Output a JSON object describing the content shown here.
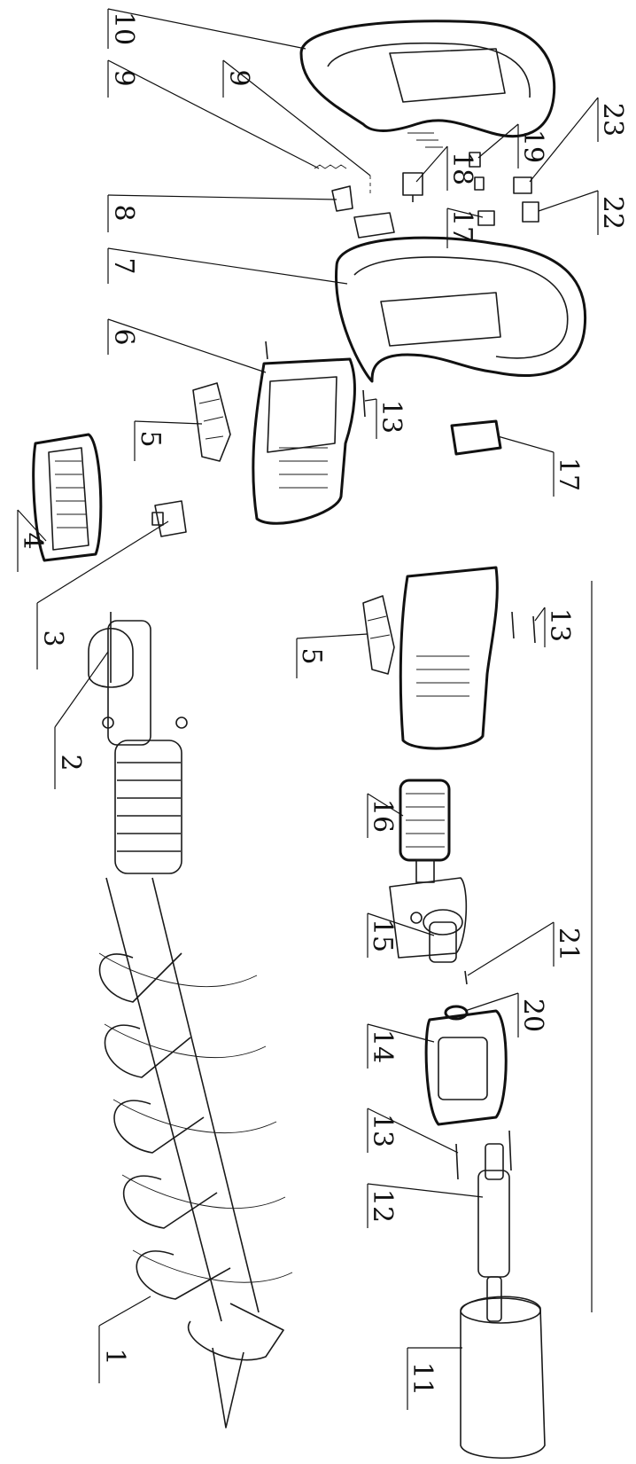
{
  "callouts": [
    {
      "id": "c1",
      "label": "1"
    },
    {
      "id": "c2",
      "label": "2"
    },
    {
      "id": "c3",
      "label": "3"
    },
    {
      "id": "c4",
      "label": "4"
    },
    {
      "id": "c5a",
      "label": "5"
    },
    {
      "id": "c5b",
      "label": "5"
    },
    {
      "id": "c6",
      "label": "6"
    },
    {
      "id": "c7",
      "label": "7"
    },
    {
      "id": "c8",
      "label": "8"
    },
    {
      "id": "c9a",
      "label": "9"
    },
    {
      "id": "c9b",
      "label": "9"
    },
    {
      "id": "c10",
      "label": "10"
    },
    {
      "id": "c11",
      "label": "11"
    },
    {
      "id": "c12",
      "label": "12"
    },
    {
      "id": "c13a",
      "label": "13"
    },
    {
      "id": "c13b",
      "label": "13"
    },
    {
      "id": "c13c",
      "label": "13"
    },
    {
      "id": "c14",
      "label": "14"
    },
    {
      "id": "c15",
      "label": "15"
    },
    {
      "id": "c16",
      "label": "16"
    },
    {
      "id": "c17a",
      "label": "17"
    },
    {
      "id": "c17b",
      "label": "17"
    },
    {
      "id": "c18",
      "label": "18"
    },
    {
      "id": "c19",
      "label": "19"
    },
    {
      "id": "c20",
      "label": "20"
    },
    {
      "id": "c21",
      "label": "21"
    },
    {
      "id": "c22",
      "label": "22"
    },
    {
      "id": "c23",
      "label": "23"
    }
  ]
}
